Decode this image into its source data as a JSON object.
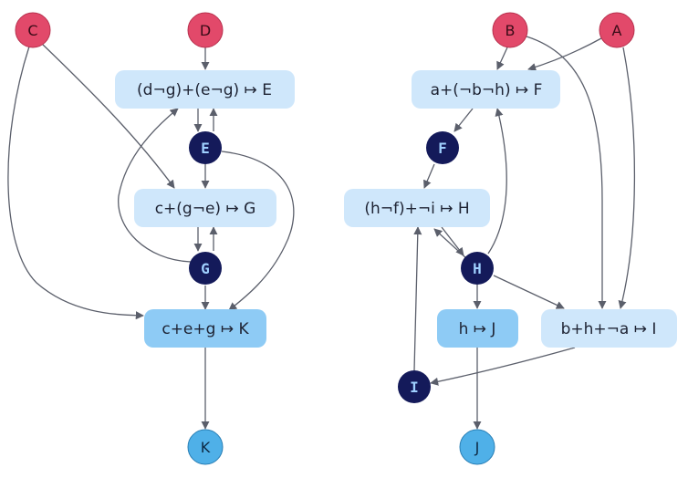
{
  "colors": {
    "input": "#e2496a",
    "input_stroke": "#b8324f",
    "internal": "#141a5a",
    "internal_text": "#9fd0ff",
    "output": "#4fb0e8",
    "output_stroke": "#2a7fb5",
    "box_light": "#cfe7fb",
    "box_mid": "#8ecbf5",
    "edge": "#5b5f6b"
  },
  "nodes": {
    "C": "C",
    "D": "D",
    "B": "B",
    "A": "A",
    "E": "E",
    "G": "G",
    "F": "F",
    "H": "H",
    "I": "I",
    "K": "K",
    "J": "J"
  },
  "rules": {
    "E": "(d¬g)+(e¬g) ↦ E",
    "G": "c+(g¬e) ↦ G",
    "K": "c+e+g ↦ K",
    "F": "a+(¬b¬h) ↦ F",
    "H": "(h¬f)+¬i ↦ H",
    "J": "h ↦ J",
    "I": "b+h+¬a ↦ I"
  }
}
